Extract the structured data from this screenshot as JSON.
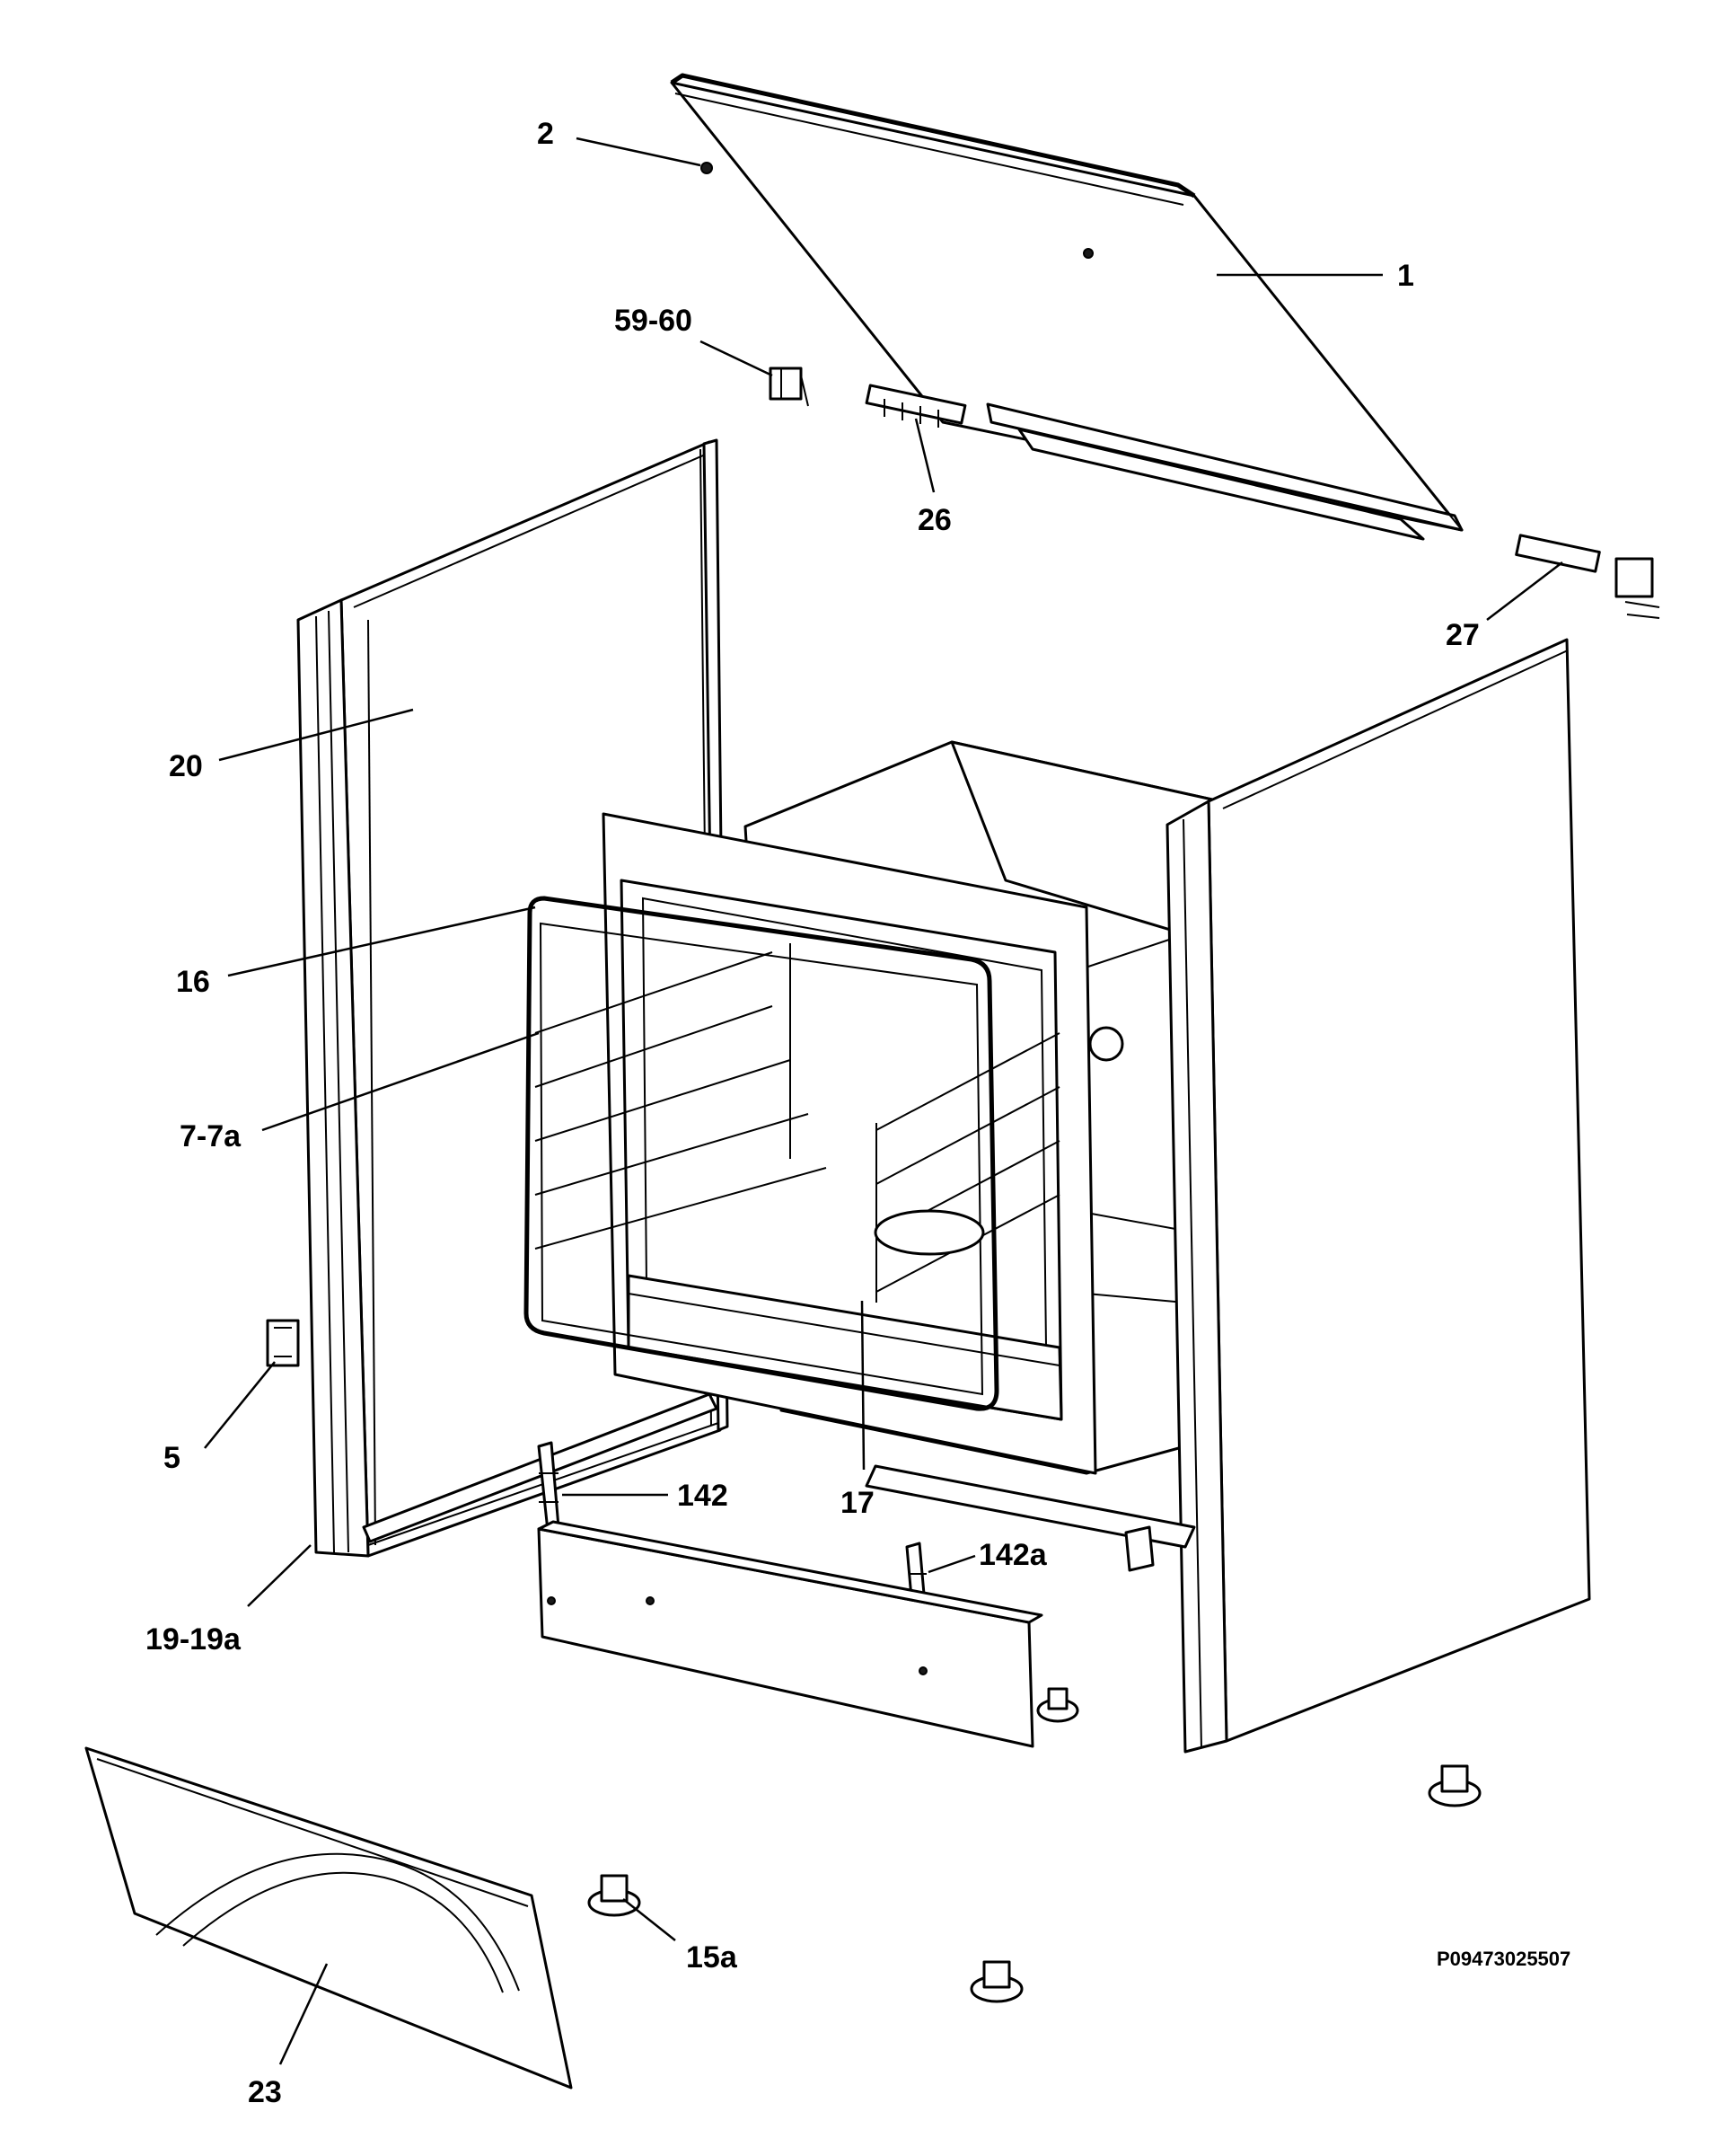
{
  "callouts": {
    "c1": "1",
    "c2": "2",
    "c5": "5",
    "c7": "7-7a",
    "c15a": "15a",
    "c16": "16",
    "c17": "17",
    "c19": "19-19a",
    "c20": "20",
    "c23": "23",
    "c26": "26",
    "c27": "27",
    "c59": "59-60",
    "c142": "142",
    "c142a": "142a"
  },
  "drawing_code": "P09473025507"
}
